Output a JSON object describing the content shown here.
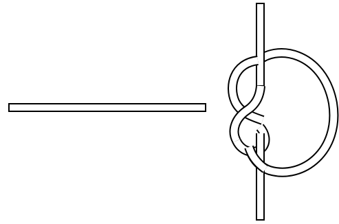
{
  "diagram": {
    "panels": [
      {
        "id": "straight-rope",
        "kind": "unknotted"
      },
      {
        "id": "knotted-rope",
        "kind": "figure-eight-style loop around vertical rope"
      }
    ],
    "colors": {
      "background": "#ffffff",
      "rope_outline": "#000000",
      "rope_fill": "#ffffff"
    }
  }
}
